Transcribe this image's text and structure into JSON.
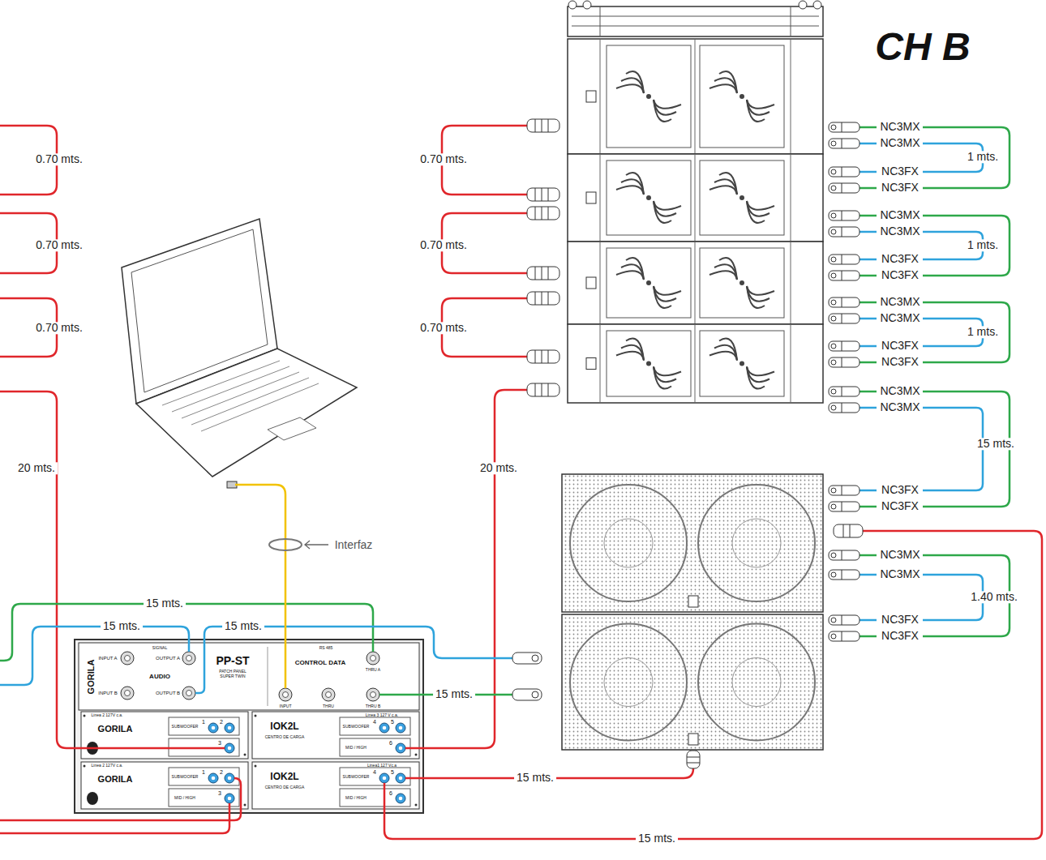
{
  "diagram": {
    "nodes": [
      {
        "text": [
          "GORILA",
          "SIGNAL",
          "INPUT A",
          "INPUT B",
          "AUDIO",
          "OUTPUT A",
          "OUTPUT B",
          "PP-ST",
          "PATCH PANEL SUPER TWIN",
          "RS 485",
          "CONTROL DATA",
          "INPUT",
          "THRU",
          "THRU A",
          "THRU B"
        ]
      },
      {
        "text": [
          "Linea 2 127V c.a.",
          "GORILA",
          "SUBWOOFER",
          "1",
          "2",
          "3"
        ]
      },
      {
        "text": [
          "Linea 3 127 V c.a.",
          "IOK2L",
          "CENTRO DE CARGA",
          "SUBWOOFER",
          "4",
          "5",
          "MID / HIGH",
          "6"
        ]
      },
      {
        "text": [
          "Linea 2 127V c.a.",
          "GORILA",
          "SUBWOOFER",
          "1",
          "2",
          "MID / HIGH",
          "3"
        ]
      },
      {
        "text": [
          "Linea1 127 Vc.a",
          "IOK2L",
          "CENTRO DE CARGA",
          "SUBWOOFER",
          "4",
          "5",
          "MID / HIGH",
          "6"
        ]
      }
    ],
    "labels": [
      "CH B",
      "0.70 mts.",
      "0.70 mts.",
      "0.70 mts.",
      "20 mts.",
      "0.70 mts.",
      "0.70 mts.",
      "0.70 mts.",
      "20 mts.",
      "NC3MX",
      "NC3MX",
      "NC3FX",
      "NC3FX",
      "NC3MX",
      "NC3MX",
      "NC3FX",
      "NC3FX",
      "NC3MX",
      "NC3MX",
      "NC3FX",
      "NC3FX",
      "NC3MX",
      "NC3MX",
      "NC3FX",
      "NC3FX",
      "NC3MX",
      "NC3MX",
      "NC3FX",
      "NC3FX",
      "1 mts.",
      "1 mts.",
      "1 mts.",
      "15 mts.",
      "1.40 mts.",
      "Interfaz",
      "15 mts.",
      "15 mts.",
      "15 mts.",
      "15 mts.",
      "15 mts.",
      "15 mts."
    ]
  }
}
